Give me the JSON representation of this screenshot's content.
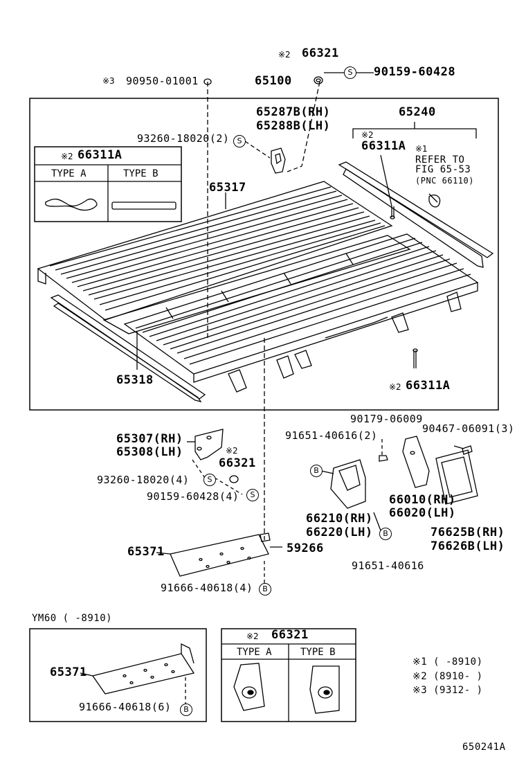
{
  "main_parts": {
    "p65100": "65100",
    "p66321_top": "66321",
    "p90159_top": "90159-60428",
    "p90950": "90950-01001",
    "p65287": "65287B(RH)",
    "p65288": "65288B(LH)",
    "p93260_top": "93260-18020(2)",
    "p65240": "65240",
    "p66311A_top": "66311A",
    "p65317": "65317",
    "p65318": "65318",
    "p66311A_bot": "66311A",
    "refer_line1": "REFER TO",
    "refer_line2": "FIG 65-53",
    "refer_line3": "(PNC 66110)"
  },
  "marks": {
    "m1": "※1",
    "m2": "※2",
    "m3": "※3",
    "s": "S",
    "b": "B"
  },
  "inset_66311A": {
    "title": "66311A",
    "type_a": "TYPE A",
    "type_b": "TYPE B"
  },
  "lower_parts": {
    "p65307": "65307(RH)",
    "p65308": "65308(LH)",
    "p66321": "66321",
    "p93260": "93260-18020(4)",
    "p90159": "90159-60428(4)",
    "p90179": "90179-06009",
    "p91651_top": "91651-40616(2)",
    "p90467": "90467-06091(3)",
    "p66210": "66210(RH)",
    "p66220": "66220(LH)",
    "p66010": "66010(RH)",
    "p66020": "66020(LH)",
    "p76625": "76625B(RH)",
    "p76626": "76626B(LH)",
    "p65371": "65371",
    "p59266": "59266",
    "p91651_bot": "91651-40616",
    "p91666": "91666-40618(4)"
  },
  "ym60_box": {
    "header": "YM60 (     -8910)",
    "p65371": "65371",
    "p91666": "91666-40618(6)"
  },
  "inset_66321": {
    "title": "66321",
    "type_a": "TYPE A",
    "type_b": "TYPE B"
  },
  "legend": {
    "l1": "※1 (     -8910)",
    "l2": "※2 (8910-     )",
    "l3": "※3 (9312-     )"
  },
  "figure_id": "650241A"
}
